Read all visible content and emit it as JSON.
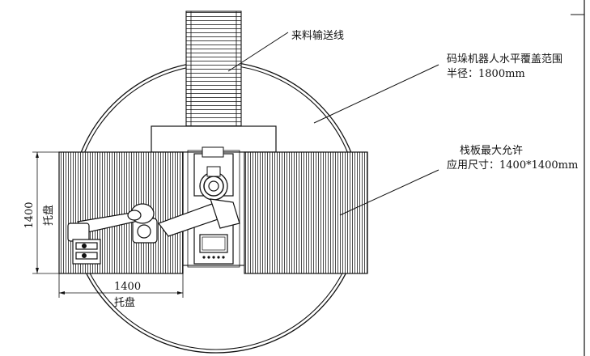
{
  "labels": {
    "conveyor": "来料输送线",
    "coverage_title": "码垛机器人水平覆盖范围",
    "coverage_radius": "半径：1800mm",
    "pallet_title": "栈板最大允许",
    "pallet_size": "应用尺寸：1400*1400mm"
  },
  "dimensions": {
    "horizontal_value": "1400",
    "horizontal_label": "托盘",
    "vertical_value": "1400",
    "vertical_label": "托盘"
  }
}
